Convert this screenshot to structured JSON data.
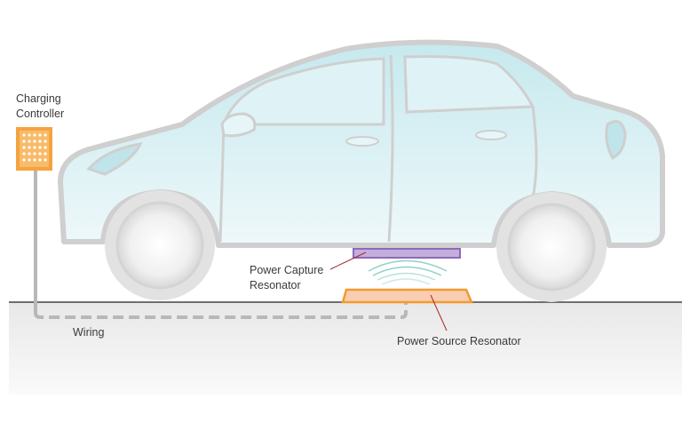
{
  "labels": {
    "controller_line1": "Charging",
    "controller_line2": "Controller",
    "capture_line1": "Power Capture",
    "capture_line2": "Resonator",
    "source": "Power Source Resonator",
    "wiring": "Wiring"
  },
  "colors": {
    "car_fill": "#d4eef2",
    "car_outline": "#c8c8c8",
    "controller": "#f5a340",
    "capture": "#b39bd2",
    "source": "#f7c8a8",
    "source_outline": "#f39a2e",
    "ground": "#f0f0f0",
    "leader": "#a52a2a",
    "waves": "#7ccfc0"
  }
}
